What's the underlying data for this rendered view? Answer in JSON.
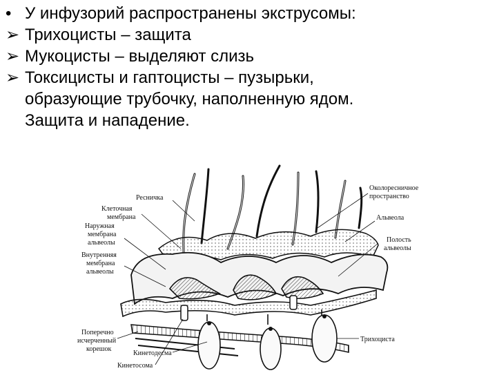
{
  "slide": {
    "bullets": [
      {
        "marker": "•",
        "text": "У инфузорий распространены экструсомы:"
      },
      {
        "marker": "➢",
        "text": "Трихоцисты – защита"
      },
      {
        "marker": "➢",
        "text": "Мукоцисты – выделяют слизь"
      },
      {
        "marker": "➢",
        "text": "Токсицисты и гаптоцисты – пузырьки,"
      }
    ],
    "continuation": [
      "образующие трубочку, наполненную ядом.",
      "Защита и нападение."
    ]
  },
  "diagram": {
    "labels": {
      "cilium": "Ресничка",
      "cell_membrane_1": "Клеточная",
      "cell_membrane_2": "мембрана",
      "outer_membrane_1": "Наружная",
      "outer_membrane_2": "мембрана",
      "outer_membrane_3": "альвеолы",
      "inner_membrane_1": "Внутренняя",
      "inner_membrane_2": "мембрана",
      "inner_membrane_3": "альвеолы",
      "periciliary_1": "Околоресничное",
      "periciliary_2": "пространство",
      "alveolus": "Альвеола",
      "alveolar_cavity_1": "Полость",
      "alveolar_cavity_2": "альвеолы",
      "striated_root_1": "Поперечно",
      "striated_root_2": "исчерченный",
      "striated_root_3": "корешок",
      "kinetodesma": "Кинетодесма",
      "trichocyst": "Трихоциста",
      "kinetosome": "Кинетосома"
    }
  }
}
